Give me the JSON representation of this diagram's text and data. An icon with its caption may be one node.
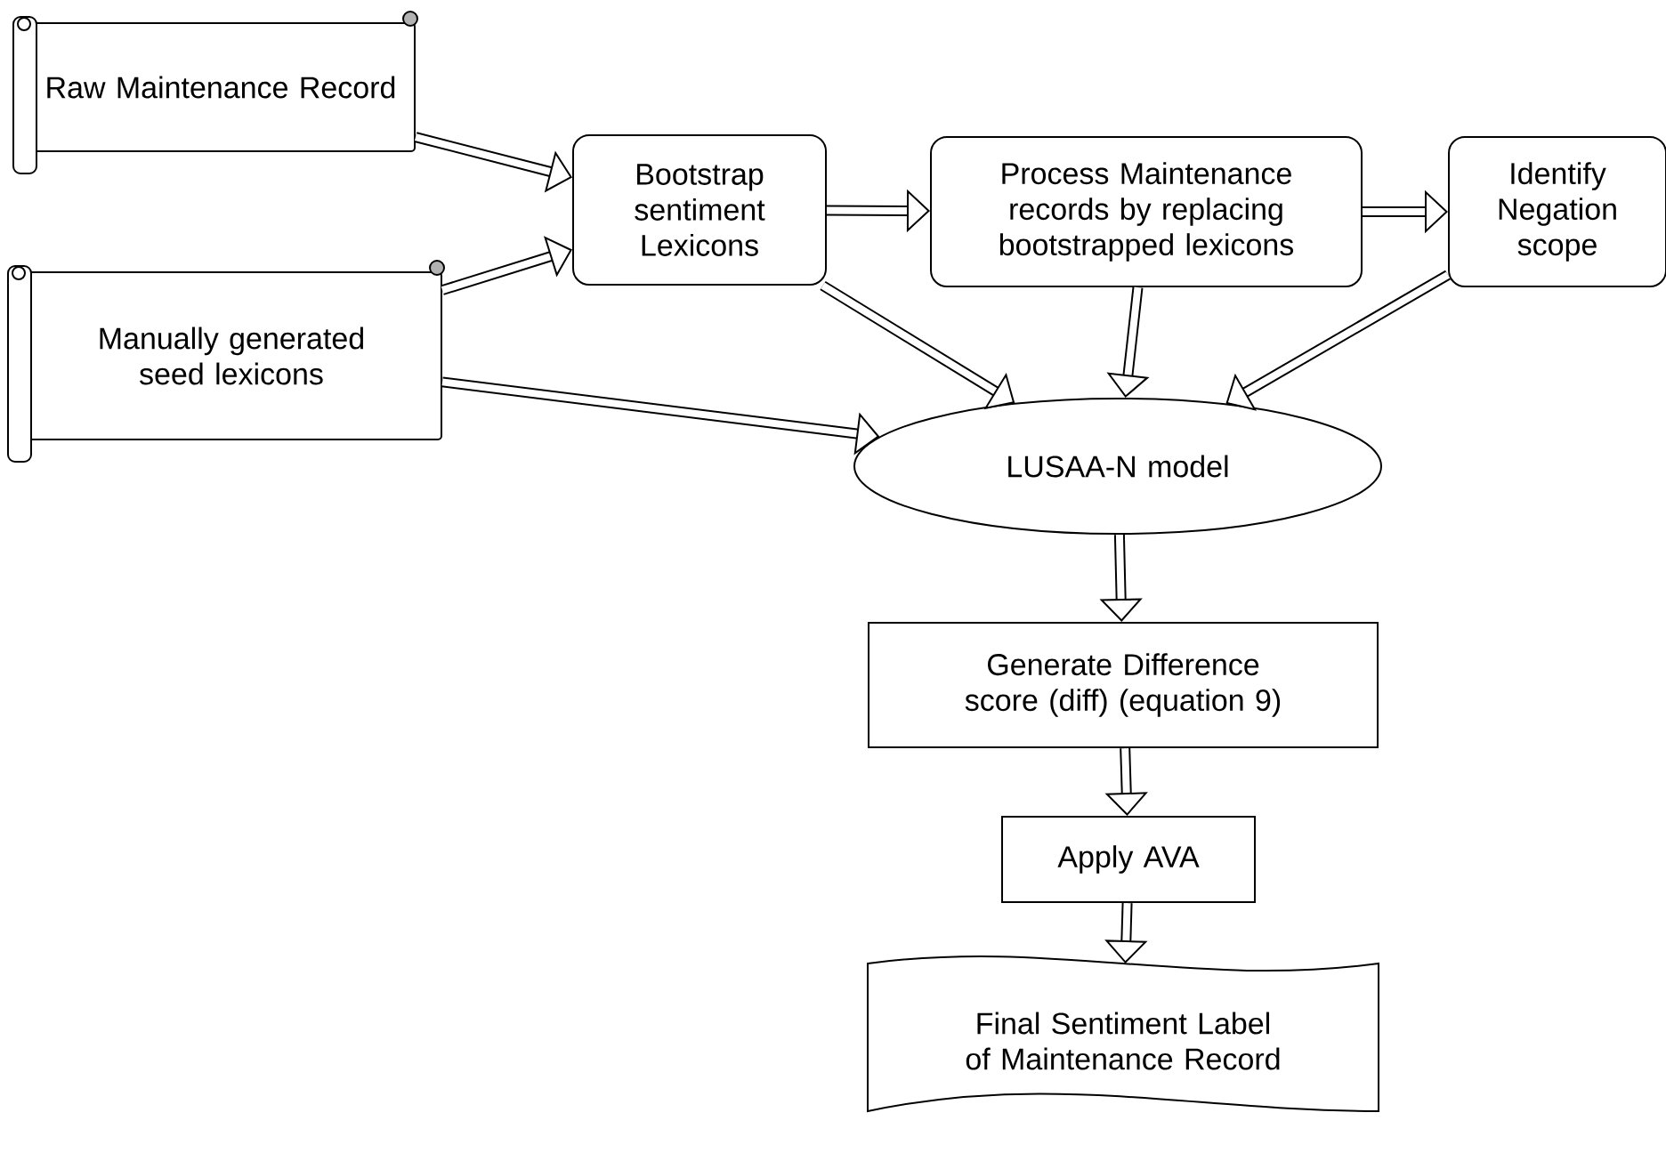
{
  "diagram": {
    "nodes": [
      {
        "text": [
          "Raw Maintenance Record"
        ]
      },
      {
        "text": [
          "Manually generated seed lexicons"
        ]
      },
      {
        "text": [
          "Bootstrap sentiment Lexicons"
        ]
      },
      {
        "text": [
          "Process Maintenance records by replacing bootstrapped lexicons"
        ]
      },
      {
        "text": [
          "Identify Negation scope"
        ]
      },
      {
        "text": [
          "LUSAA-N model"
        ]
      },
      {
        "text": [
          "Generate Difference score (diff) (equation 9)"
        ]
      },
      {
        "text": [
          "Apply AVA"
        ]
      },
      {
        "text": [
          "Final Sentiment Label of Maintenance Record"
        ]
      }
    ],
    "edges": [
      {
        "from": 0,
        "to": 2,
        "arrow": "to"
      },
      {
        "from": 1,
        "to": 2,
        "arrow": "to"
      },
      {
        "from": 1,
        "to": 5,
        "arrow": "to"
      },
      {
        "from": 2,
        "to": 3,
        "arrow": "to"
      },
      {
        "from": 2,
        "to": 5,
        "arrow": "to"
      },
      {
        "from": 3,
        "to": 4,
        "arrow": "to"
      },
      {
        "from": 3,
        "to": 5,
        "arrow": "to"
      },
      {
        "from": 4,
        "to": 5,
        "arrow": "to"
      },
      {
        "from": 5,
        "to": 6,
        "arrow": "to"
      },
      {
        "from": 6,
        "to": 7,
        "arrow": "to"
      },
      {
        "from": 7,
        "to": 8,
        "arrow": "to"
      }
    ]
  }
}
